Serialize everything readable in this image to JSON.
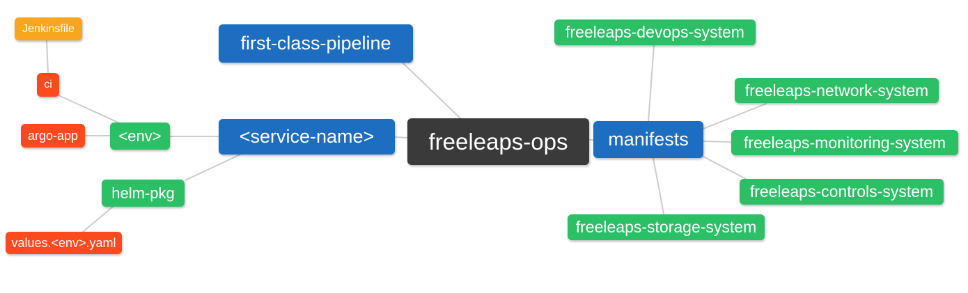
{
  "palette": {
    "dark": "#3a3a3a",
    "blue": "#1d6dc1",
    "green": "#2bbf66",
    "red": "#fb4a1e",
    "orange": "#f9a61f",
    "edge": "#cccccc",
    "text": "#ffffff",
    "background": "#ffffff"
  },
  "nodes": [
    {
      "id": "jenkinsfile",
      "label": "Jenkinsfile",
      "color": "orange"
    },
    {
      "id": "ci",
      "label": "ci",
      "color": "red"
    },
    {
      "id": "argo-app",
      "label": "argo-app",
      "color": "red"
    },
    {
      "id": "env",
      "label": "<env>",
      "color": "green"
    },
    {
      "id": "helm-pkg",
      "label": "helm-pkg",
      "color": "green"
    },
    {
      "id": "values-env-yaml",
      "label": "values.<env>.yaml",
      "color": "red"
    },
    {
      "id": "first-class-pipeline",
      "label": "first-class-pipeline",
      "color": "blue"
    },
    {
      "id": "service-name",
      "label": "<service-name>",
      "color": "blue"
    },
    {
      "id": "freeleaps-ops",
      "label": "freeleaps-ops",
      "color": "dark"
    },
    {
      "id": "manifests",
      "label": "manifests",
      "color": "blue"
    },
    {
      "id": "freeleaps-devops-system",
      "label": "freeleaps-devops-system",
      "color": "green"
    },
    {
      "id": "freeleaps-network-system",
      "label": "freeleaps-network-system",
      "color": "green"
    },
    {
      "id": "freeleaps-monitoring-system",
      "label": "freeleaps-monitoring-system",
      "color": "green"
    },
    {
      "id": "freeleaps-controls-system",
      "label": "freeleaps-controls-system",
      "color": "green"
    },
    {
      "id": "freeleaps-storage-system",
      "label": "freeleaps-storage-system",
      "color": "green"
    }
  ],
  "edges": [
    {
      "from": "Jenkinsfile",
      "to": "ci"
    },
    {
      "from": "ci",
      "to": "<env>"
    },
    {
      "from": "argo-app",
      "to": "<env>"
    },
    {
      "from": "<env>",
      "to": "<service-name>"
    },
    {
      "from": "helm-pkg",
      "to": "<service-name>"
    },
    {
      "from": "values.<env>.yaml",
      "to": "helm-pkg"
    },
    {
      "from": "first-class-pipeline",
      "to": "freeleaps-ops"
    },
    {
      "from": "<service-name>",
      "to": "freeleaps-ops"
    },
    {
      "from": "freeleaps-ops",
      "to": "manifests"
    },
    {
      "from": "manifests",
      "to": "freeleaps-devops-system"
    },
    {
      "from": "manifests",
      "to": "freeleaps-network-system"
    },
    {
      "from": "manifests",
      "to": "freeleaps-monitoring-system"
    },
    {
      "from": "manifests",
      "to": "freeleaps-controls-system"
    },
    {
      "from": "manifests",
      "to": "freeleaps-storage-system"
    }
  ]
}
